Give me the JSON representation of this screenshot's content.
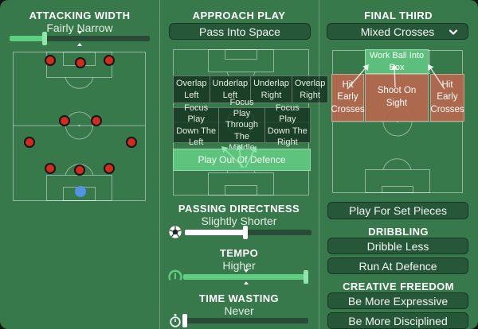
{
  "colors": {
    "bg": "#37794B",
    "panel_dark": "#275739",
    "accent": "#5DC37D",
    "accent_fill": "#5ECF80",
    "handle_light": "#8FE5AC",
    "track_dark": "#284C35",
    "zone_red": "#B5684F",
    "player_red": "#D32B1F",
    "player_blue": "#5293E3"
  },
  "attacking_width": {
    "header": "ATTACKING WIDTH",
    "value": "Fairly Narrow",
    "slider_pct": 25
  },
  "approach_play": {
    "header": "APPROACH PLAY",
    "selected": "Pass Into Space",
    "cells_row1": [
      "Overlap Left",
      "Underlap Left",
      "Underlap Right",
      "Overlap Right"
    ],
    "cells_row2": [
      "Focus Play Down The Left",
      "Focus Play Through The Middle",
      "Focus Play Down The Right"
    ],
    "highlighted": "Play Out Of Defence"
  },
  "passing_directness": {
    "header": "PASSING DIRECTNESS",
    "value": "Slightly Shorter",
    "slider_pct": 48
  },
  "tempo": {
    "header": "TEMPO",
    "value": "Higher",
    "slider_pct": 98
  },
  "time_wasting": {
    "header": "TIME WASTING",
    "value": "Never",
    "slider_pct": 1
  },
  "final_third": {
    "header": "FINAL THIRD",
    "dropdown_value": "Mixed Crosses",
    "zone_work_ball": "Work Ball Into Box",
    "zone_hit_early_left": "Hit Early Crosses",
    "zone_shoot": "Shoot On Sight",
    "zone_hit_early_right": "Hit Early Crosses",
    "set_pieces_button": "Play For Set Pieces"
  },
  "dribbling": {
    "header": "DRIBBLING",
    "buttons": [
      "Dribble Less",
      "Run At Defence"
    ]
  },
  "creative_freedom": {
    "header": "CREATIVE FREEDOM",
    "buttons": [
      "Be More Expressive",
      "Be More Disciplined"
    ]
  },
  "icons": {
    "football": "football-icon",
    "gauge": "gauge-icon",
    "stopwatch": "stopwatch-icon",
    "chevron": "chevron-down-icon"
  }
}
